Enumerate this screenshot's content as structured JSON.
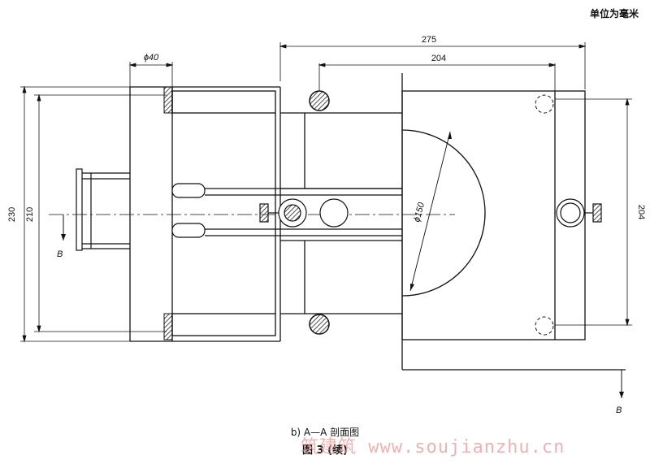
{
  "unit_note": "单位为毫米",
  "dims": {
    "d275": "275",
    "d204_top": "204",
    "phi40": "ϕ40",
    "d230": "230",
    "d210": "210",
    "d204_right": "204",
    "phi150": "ϕ150"
  },
  "section_marks": {
    "left": "B",
    "bottom": "B"
  },
  "caption": {
    "sub": "b)   A—A 剖面图",
    "main": "图 3 (续)"
  },
  "watermark": "筑建筑 www.soujianzhu.cn"
}
